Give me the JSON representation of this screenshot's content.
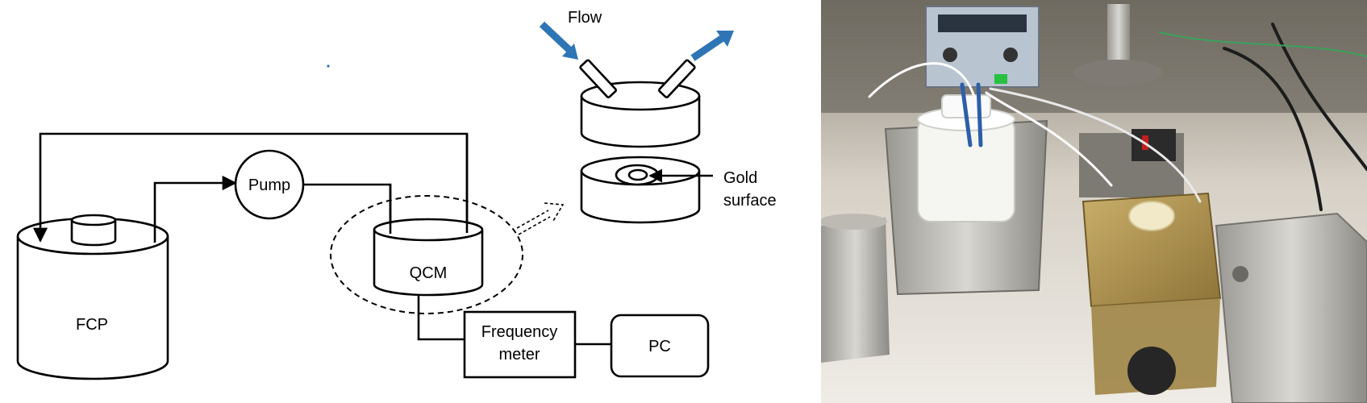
{
  "diagram": {
    "labels": {
      "flow": "Flow",
      "pump": "Pump",
      "qcm": "QCM",
      "fcp": "FCP",
      "frequency_meter_line1": "Frequency",
      "frequency_meter_line2": "meter",
      "pc": "PC",
      "gold_line1": "Gold",
      "gold_line2": "surface"
    },
    "colors": {
      "flow_arrow": "#2e75b6",
      "stroke": "#000000",
      "dot": "#2e75b6"
    }
  },
  "photo": {
    "icons": [
      "lab-setup-photo"
    ]
  }
}
